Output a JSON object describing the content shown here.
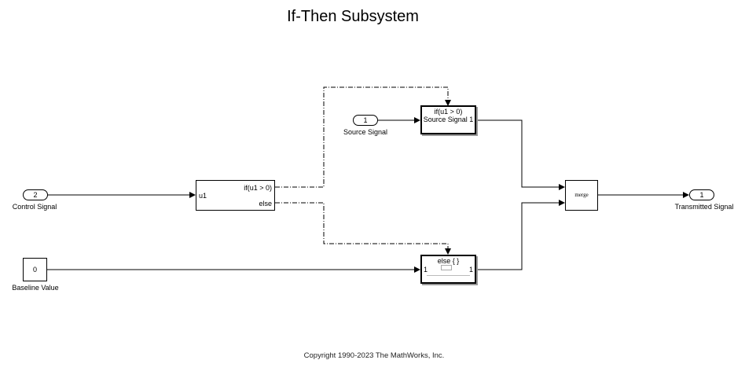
{
  "title": "If-Then Subsystem",
  "copyright": "Copyright 1990-2023 The MathWorks, Inc.",
  "blocks": {
    "source_inport": {
      "value": "1",
      "label": "Source Signal"
    },
    "control_inport": {
      "value": "2",
      "label": "Control Signal"
    },
    "baseline_constant": {
      "value": "0",
      "label": "Baseline Value"
    },
    "if_block": {
      "input": "u1",
      "if_port": "if(u1 > 0)",
      "else_port": "else"
    },
    "if_action_subsystem": {
      "action": "if(u1 > 0)",
      "port_label": "Source Signal 1"
    },
    "else_action_subsystem": {
      "action": "else { }",
      "in_port": "1",
      "out_port": "1"
    },
    "merge": {
      "label": "merge"
    },
    "outport": {
      "value": "1",
      "label": "Transmitted Signal"
    }
  }
}
